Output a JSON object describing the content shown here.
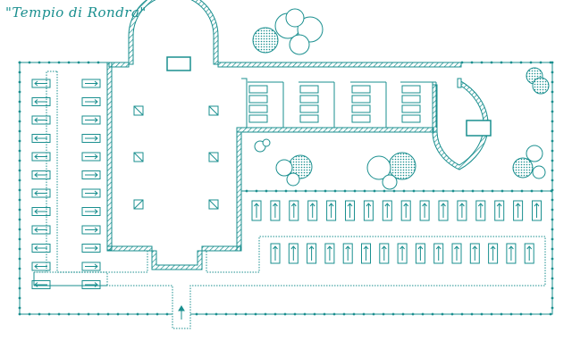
{
  "title": "\"Tempio di Rondra\"",
  "colors": {
    "ink": "#1a8f8f",
    "background": "#ffffff",
    "foliage_fill": "#cfeaea"
  },
  "legend_glyphs": {
    "bench_arrow": "arrow",
    "pillar": "square-with-diagonal",
    "entrance_arrow": "up-arrow"
  }
}
